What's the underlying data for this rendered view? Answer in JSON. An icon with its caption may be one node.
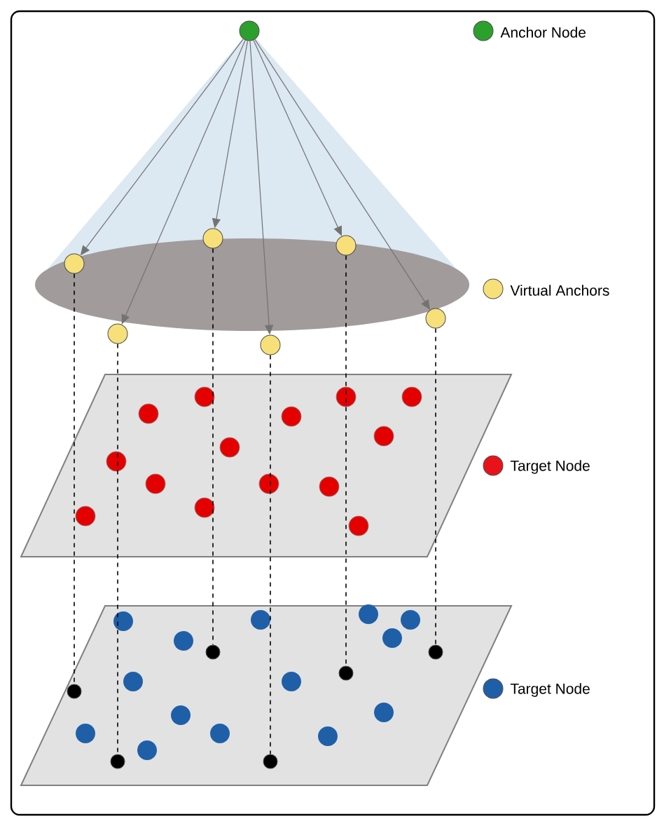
{
  "diagram": {
    "nodes": [
      {
        "text": [],
        "shape": "circle"
      },
      {
        "text": [],
        "shape": "circle"
      },
      {
        "text": [],
        "shape": "circle"
      },
      {
        "text": [],
        "shape": "circle"
      },
      {
        "text": [],
        "shape": "circle"
      },
      {
        "text": [],
        "shape": "circle"
      },
      {
        "text": [],
        "shape": "circle"
      },
      {
        "text": [],
        "shape": "circle"
      },
      {
        "text": [],
        "shape": "circle"
      },
      {
        "text": [],
        "shape": "circle"
      },
      {
        "text": [],
        "shape": "circle"
      },
      {
        "text": [],
        "shape": "circle"
      },
      {
        "text": [],
        "shape": "circle"
      }
    ],
    "edges": [
      {
        "from": 0,
        "to": 1,
        "arrow": "to"
      },
      {
        "from": 0,
        "to": 2,
        "arrow": "to"
      },
      {
        "from": 0,
        "to": 3,
        "arrow": "to"
      },
      {
        "from": 0,
        "to": 4,
        "arrow": "to"
      },
      {
        "from": 0,
        "to": 5,
        "arrow": "to"
      },
      {
        "from": 0,
        "to": 6,
        "arrow": "to"
      },
      {
        "from": 1,
        "to": 7,
        "arrow": "none",
        "style": "dashed",
        "color": "#000000"
      },
      {
        "from": 2,
        "to": 8,
        "arrow": "none",
        "style": "dashed",
        "color": "#000000"
      },
      {
        "from": 3,
        "to": 9,
        "arrow": "none",
        "style": "dashed",
        "color": "#000000"
      },
      {
        "from": 4,
        "to": 10,
        "arrow": "none",
        "style": "dashed",
        "color": "#000000"
      },
      {
        "from": 5,
        "to": 11,
        "arrow": "none",
        "style": "dashed",
        "color": "#000000"
      },
      {
        "from": 6,
        "to": 12,
        "arrow": "none",
        "style": "dashed",
        "color": "#000000"
      }
    ],
    "legend": [
      {
        "text": "Anchor Node",
        "color": "#2ca02c"
      },
      {
        "text": "Virtual Anchors",
        "color": "#f7e07a"
      },
      {
        "text": "Target Node",
        "color": "#e8121a"
      },
      {
        "text": "Target Node",
        "color": "#1f5fa8"
      }
    ]
  }
}
